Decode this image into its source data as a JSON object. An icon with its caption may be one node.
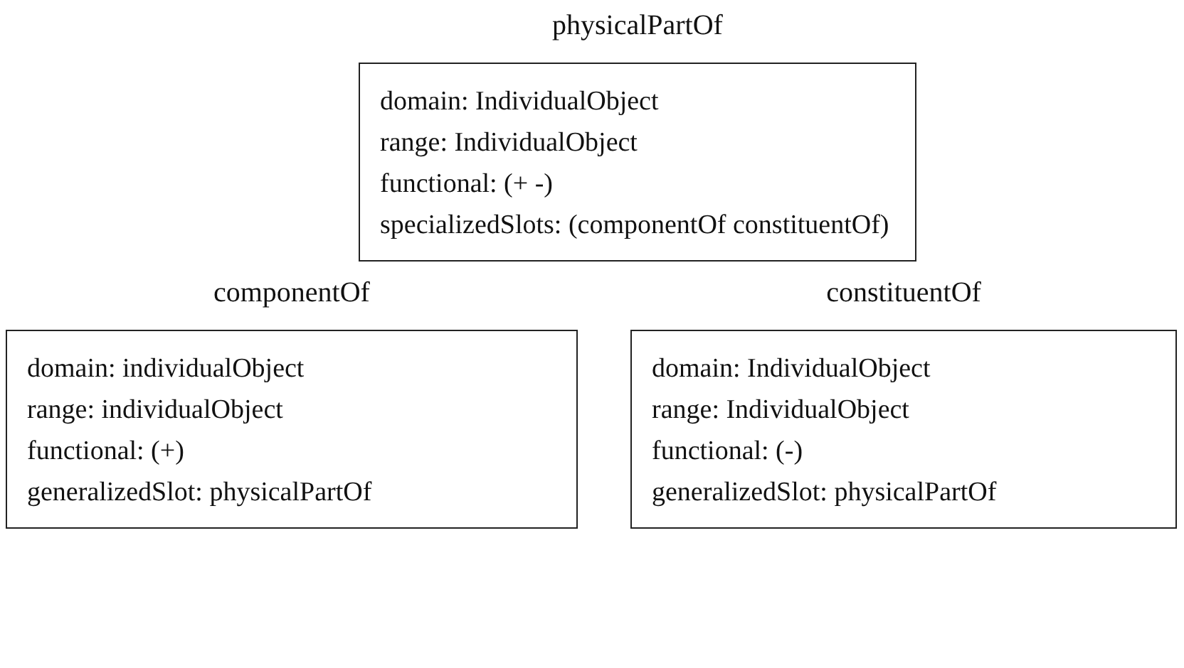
{
  "diagram": {
    "nodes": [
      {
        "text": [
          "physicalPartOf",
          "domain: IndividualObject",
          "range: IndividualObject",
          "functional: (+ -)",
          "specializedSlots: (componentOf constituentOf)"
        ]
      },
      {
        "text": [
          "componentOf",
          "domain: individualObject",
          "range: individualObject",
          "functional: (+)",
          "generalizedSlot: physicalPartOf"
        ]
      },
      {
        "text": [
          "constituentOf",
          "domain: IndividualObject",
          "range: IndividualObject",
          "functional: (-)",
          "generalizedSlot: physicalPartOf"
        ]
      }
    ]
  }
}
